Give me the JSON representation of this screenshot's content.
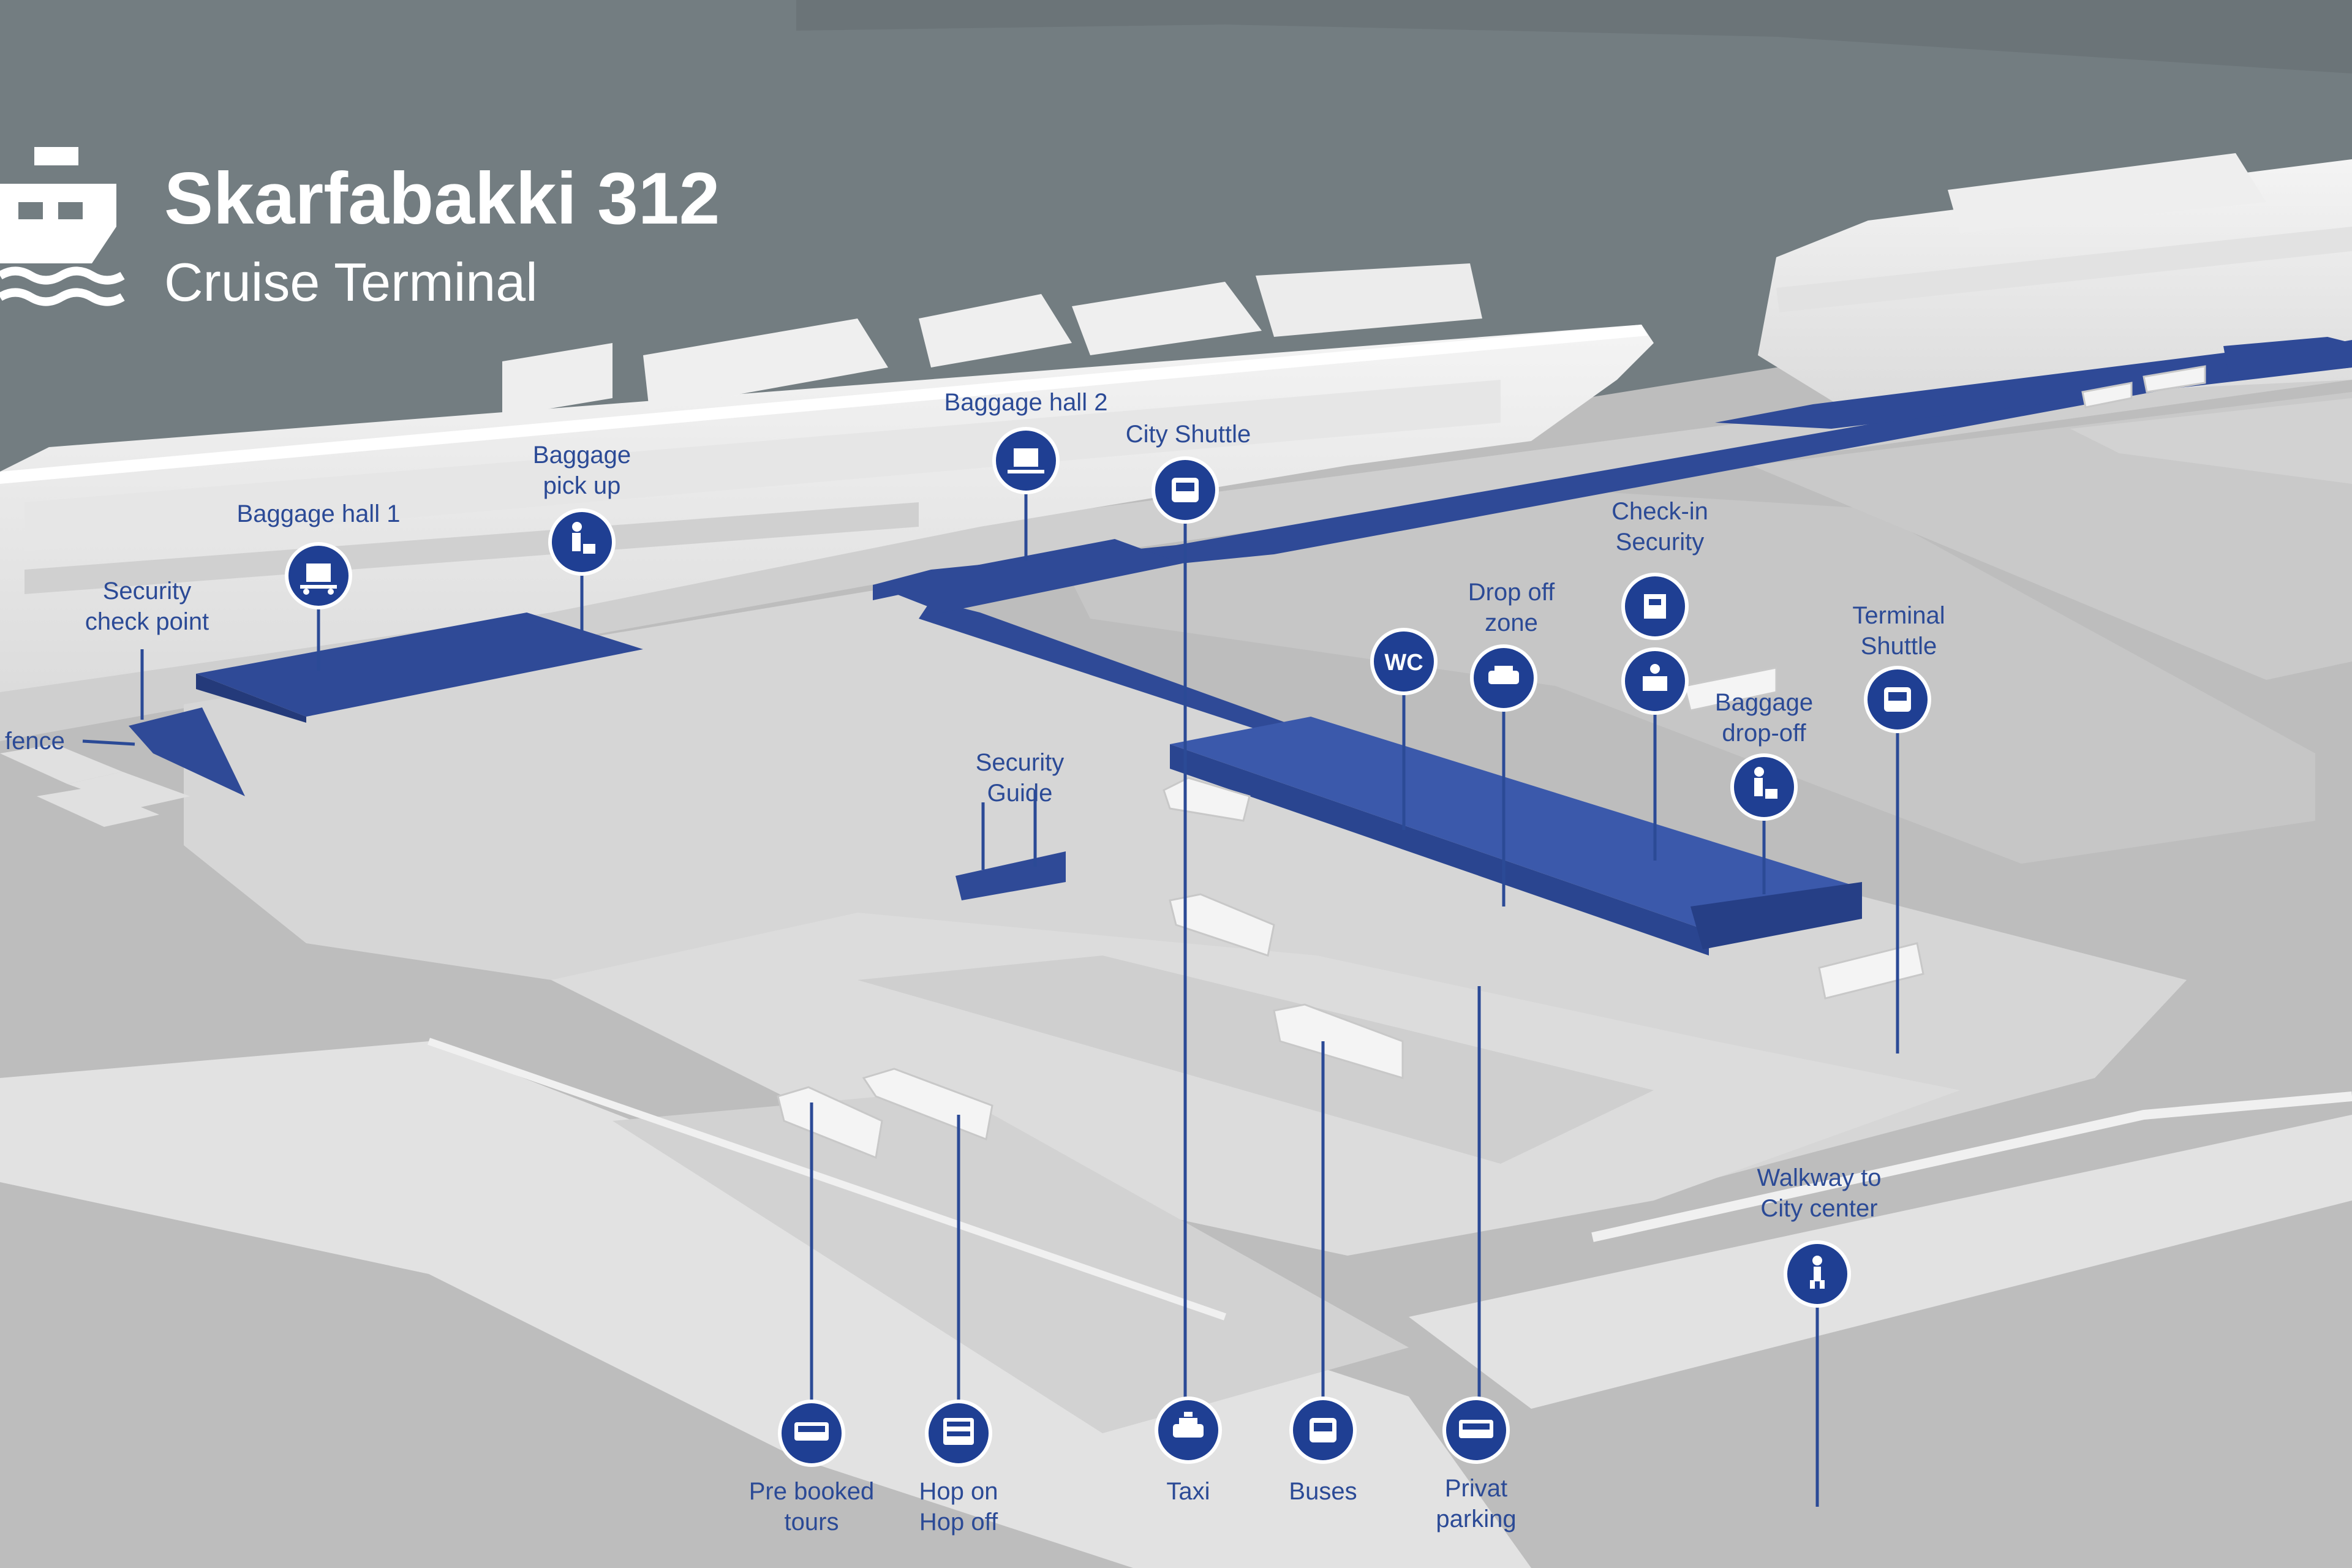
{
  "title": {
    "name": "Skarfabakki 312",
    "subtitle": "Cruise Terminal"
  },
  "colors": {
    "water": "#737d81",
    "land": "#bdbdbd",
    "pavement": "#d4d4d4",
    "terminal_blue": "#2f4a97",
    "label_blue": "#2b4a96",
    "icon_blue": "#1f3f93",
    "white": "#ffffff"
  },
  "map_labels": {
    "fence": "fence",
    "security_check_point": "Security\ncheck point",
    "baggage_hall_1": "Baggage hall 1",
    "baggage_pick_up": "Baggage\npick up",
    "baggage_hall_2": "Baggage hall 2",
    "city_shuttle": "City Shuttle",
    "check_in_security": "Check-in\nSecurity",
    "drop_off_zone": "Drop off\nzone",
    "wc": "WC",
    "terminal_shuttle": "Terminal\nShuttle",
    "baggage_drop_off": "Baggage\ndrop-off",
    "security_guide": "Security\nGuide",
    "walkway_to_city_center": "Walkway to\nCity center",
    "pre_booked_tours": "Pre booked\ntours",
    "hop_on_hop_off": "Hop on\nHop off",
    "taxi": "Taxi",
    "buses": "Buses",
    "privat_parking": "Privat\nparking"
  },
  "icons": {
    "logo": "cruise-ship-logo-icon",
    "baggage_hall_1": "baggage-cart-icon",
    "baggage_pick_up": "person-luggage-icon",
    "baggage_hall_2": "baggage-cart-icon",
    "city_shuttle": "bus-front-icon",
    "wc": "wc-icon",
    "drop_off_zone": "car-front-icon",
    "check_in": "check-in-desk-icon",
    "security": "security-check-icon",
    "baggage_drop_off": "person-luggage-icon",
    "terminal_shuttle": "bus-front-icon",
    "walkway": "pedestrian-icon",
    "pre_booked_tours": "coach-side-icon",
    "hop_on_hop_off": "double-decker-icon",
    "taxi": "taxi-icon",
    "buses": "bus-front-icon",
    "privat_parking": "coach-side-icon"
  }
}
